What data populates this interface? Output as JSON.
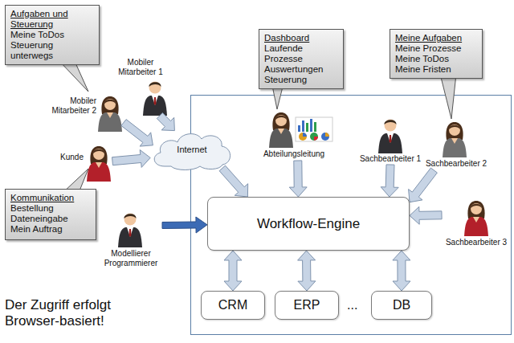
{
  "diagram": {
    "nodes": [
      {
        "text": [
          "Aufgaben und Steuerung",
          "Meine ToDos",
          "Steuerung unterwegs"
        ]
      },
      {
        "text": [
          "Mobiler Mitarbeiter 1"
        ]
      },
      {
        "text": [
          "Mobiler Mitarbeiter 2"
        ]
      },
      {
        "text": [
          "Dashboard",
          "Laufende Prozesse",
          "Auswertungen",
          "Steuerung"
        ]
      },
      {
        "text": [
          "Meine Aufgaben",
          "Meine Prozesse",
          "Meine ToDos",
          "Meine Fristen"
        ]
      },
      {
        "text": [
          "Internet"
        ]
      },
      {
        "text": [
          "Kunde"
        ]
      },
      {
        "text": [
          "Abteilungsleitung"
        ]
      },
      {
        "text": [
          "Sachbearbeiter 1"
        ]
      },
      {
        "text": [
          "Sachbearbeiter 2"
        ]
      },
      {
        "text": [
          "Kommunikation",
          "Bestellung",
          "Dateneingabe",
          "Mein Auftrag"
        ]
      },
      {
        "text": [
          "Workflow-Engine"
        ]
      },
      {
        "text": [
          "Sachbearbeiter 3"
        ]
      },
      {
        "text": [
          "Modellierer Programmierer"
        ]
      },
      {
        "text": [
          "CRM"
        ]
      },
      {
        "text": [
          "ERP"
        ]
      },
      {
        "text": [
          "DB"
        ]
      }
    ],
    "edges": [
      {
        "from": 1,
        "to": 5,
        "arrow": "to"
      },
      {
        "from": 2,
        "to": 5,
        "arrow": "to"
      },
      {
        "from": 6,
        "to": 5,
        "arrow": "to"
      },
      {
        "from": 5,
        "to": 11,
        "arrow": "to"
      },
      {
        "from": 13,
        "to": 11,
        "arrow": "to"
      },
      {
        "from": 7,
        "to": 11,
        "arrow": "to"
      },
      {
        "from": 8,
        "to": 11,
        "arrow": "to"
      },
      {
        "from": 9,
        "to": 11,
        "arrow": "to"
      },
      {
        "from": 12,
        "to": 11,
        "arrow": "to"
      },
      {
        "from": 11,
        "to": 14,
        "arrow": "both"
      },
      {
        "from": 11,
        "to": 15,
        "arrow": "both"
      },
      {
        "from": 11,
        "to": 16,
        "arrow": "both"
      }
    ],
    "labels": [
      "...",
      "Der Zugriff erfolgt Browser-basiert!"
    ]
  }
}
